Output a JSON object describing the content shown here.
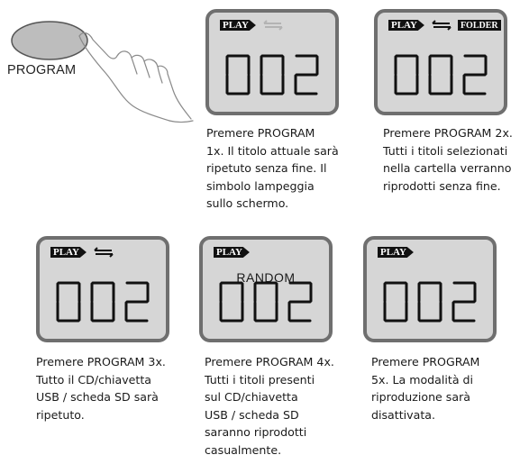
{
  "program_button": {
    "label": "PROGRAM"
  },
  "icons": {
    "play_badge": "PLAY",
    "folder_badge": "FOLDER",
    "repeat": "repeat-icon",
    "hand": "pointing-hand-icon"
  },
  "panels": [
    {
      "digits": "002",
      "caption": [
        "Premere PROGRAM",
        "1x. Il titolo attuale sarà",
        "ripetuto senza fine. Il",
        "simbolo lampeggia",
        "sullo schermo."
      ]
    },
    {
      "digits": "002",
      "caption": [
        "Premere PROGRAM 2x.",
        "Tutti i titoli selezionati",
        "nella cartella verranno",
        "riprodotti senza fine."
      ]
    },
    {
      "digits": "002",
      "caption": [
        "Premere PROGRAM 3x.",
        "Tutto il CD/chiavetta",
        "USB / scheda SD sarà",
        "ripetuto."
      ]
    },
    {
      "digits": "002",
      "random": "RANDOM",
      "caption": [
        "Premere PROGRAM 4x.",
        "Tutti i titoli presenti",
        "sul CD/chiavetta",
        "USB / scheda SD",
        "saranno riprodotti",
        "casualmente."
      ]
    },
    {
      "digits": "002",
      "caption": [
        "Premere PROGRAM",
        "5x. La modalità di",
        "riproduzione sarà",
        "disattivata."
      ]
    }
  ]
}
